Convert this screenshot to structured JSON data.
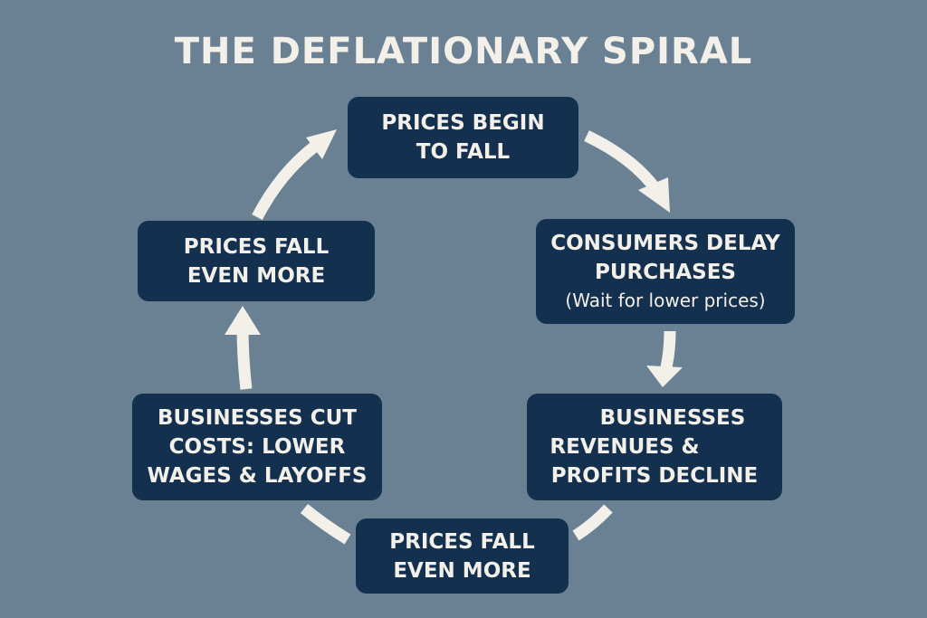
{
  "title": "THE DEFLATIONARY SPIRAL",
  "colors": {
    "background": "#6a8193",
    "box": "#14304f",
    "text": "#f3efe9",
    "arrow": "#f3efe9"
  },
  "nodes": [
    {
      "id": "top",
      "lines": [
        "PRICES BEGIN",
        "TO FALL"
      ]
    },
    {
      "id": "right-upper",
      "lines": [
        "CONSUMERS DELAY",
        "PURCHASES"
      ],
      "sub": "(Wait for lower prices)"
    },
    {
      "id": "right-lower",
      "lines": [
        "BUSINESSES",
        "REVENUES &",
        "PROFITS DECLINE"
      ]
    },
    {
      "id": "bottom",
      "lines": [
        "PRICES FALL",
        "EVEN MORE"
      ]
    },
    {
      "id": "left-lower",
      "lines": [
        "BUSINESSES CUT",
        "COSTS: LOWER",
        "WAGES & LAYOFFS"
      ]
    },
    {
      "id": "left-upper",
      "lines": [
        "PRICES FALL",
        "EVEN MORE"
      ]
    }
  ],
  "arrows": [
    {
      "from": "top",
      "to": "right-upper"
    },
    {
      "from": "right-upper",
      "to": "right-lower"
    },
    {
      "from": "right-lower",
      "to": "bottom"
    },
    {
      "from": "bottom",
      "to": "left-lower"
    },
    {
      "from": "left-lower",
      "to": "left-upper"
    },
    {
      "from": "left-upper",
      "to": "top"
    }
  ]
}
